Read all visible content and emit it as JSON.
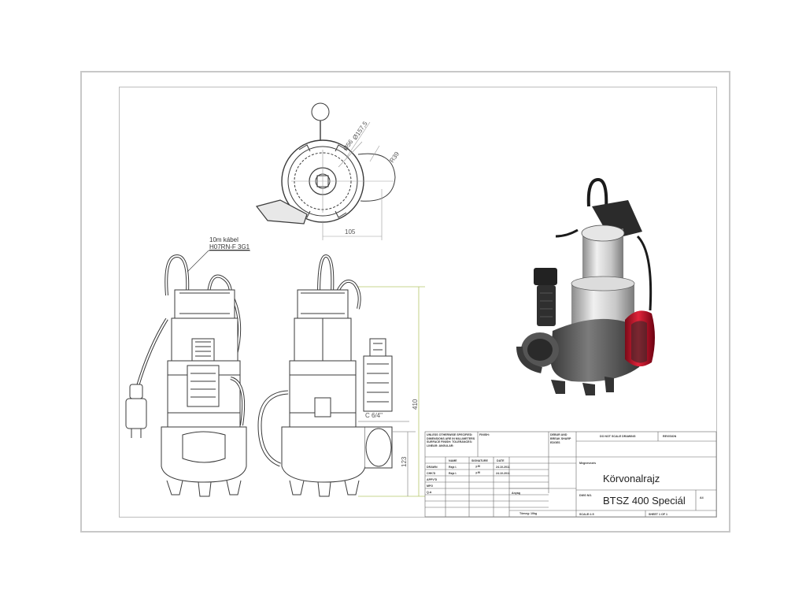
{
  "drawing": {
    "cable_label_line1": "10m kábel",
    "cable_label_line2": "H07RN-F 3G1",
    "dimensions": {
      "dia_outer": "Ø157,5",
      "dia_inner": "Ø56",
      "r_outlet": "R39",
      "width_105": "105",
      "thread": "C 6/4\"",
      "height_total": "410",
      "height_outlet": "123"
    }
  },
  "title_block": {
    "unless_specified": "UNLESS OTHERWISE SPECIFIED: DIMENSIONS ARE IN MILLIMETERS SURFACE FINISH: TOLERANCES: LINEAR: ANGULAR:",
    "finish": "FINISH:",
    "deburr": "DEBUR AND BREAK SHARP EDGES",
    "do_not_scale": "DO NOT SCALE DRAWING",
    "revision": "REVISION",
    "col_name": "NAME",
    "col_signature": "SIGNATURE",
    "col_date": "DATE",
    "rows": [
      {
        "role": "DRAWN",
        "name": "Rajz I.",
        "sig": "ȝ.fil",
        "date": "24.10.2011"
      },
      {
        "role": "CHK'D",
        "name": "Rajz I.",
        "sig": "ȝ.fil",
        "date": "24.10.2011"
      },
      {
        "role": "APPV'D",
        "name": "",
        "sig": "",
        "date": ""
      },
      {
        "role": "MFG",
        "name": "",
        "sig": "",
        "date": ""
      },
      {
        "role": "Q.A",
        "name": "",
        "sig": "",
        "date": ""
      }
    ],
    "material": "Anyag",
    "weight": "Tömeg: 10kg",
    "title_caption": "Megnevezés",
    "title": "Körvonalrajz",
    "dwg_no_caption": "DWG NO.",
    "dwg_no": "BTSZ 400 Speciál",
    "size": "A4",
    "scale": "SCALE:1:5",
    "sheet": "SHEET 1 OF 1"
  },
  "colors": {
    "line": "#3a3a3a",
    "dim": "#9a9a9a",
    "dim_green": "#b5c66a",
    "float_red": "#c8102e",
    "pump_metal": "#d9d9d9",
    "pump_dark": "#4a4a4a"
  }
}
